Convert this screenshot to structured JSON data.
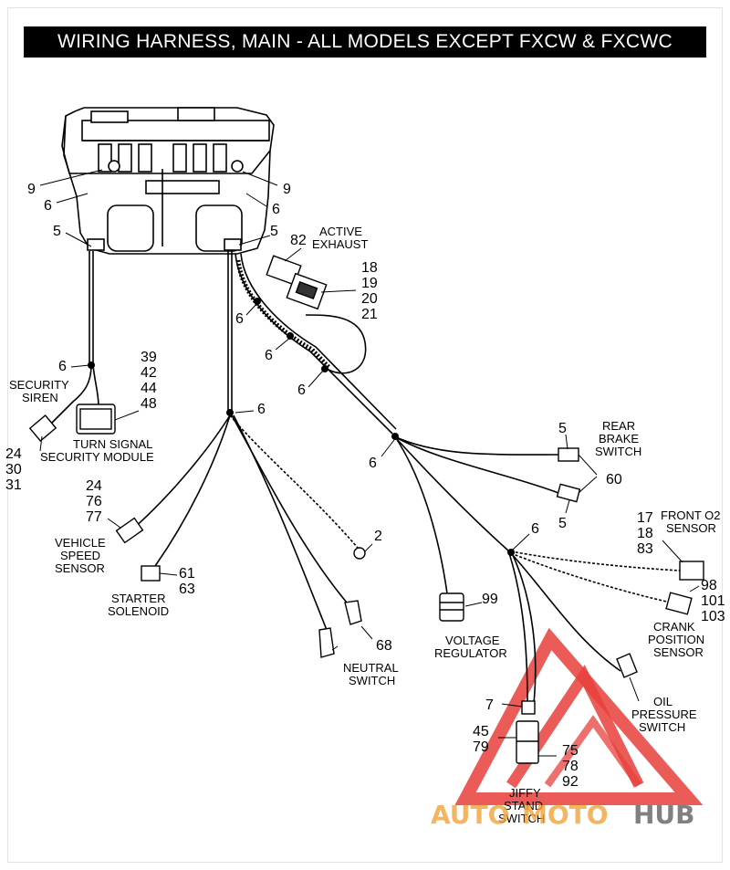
{
  "title": "WIRING HARNESS, MAIN - ALL MODELS EXCEPT FXCW & FXCWC",
  "callouts": {
    "c9_left": "9",
    "c6_left": "6",
    "c5_left": "5",
    "c9_right": "9",
    "c6_right": "6",
    "c5_right": "5",
    "c82": "82",
    "c18_19_20_21": [
      "18",
      "19",
      "20",
      "21"
    ],
    "c6_a": "6",
    "c6_b": "6",
    "c6_c": "6",
    "c6_d": "6",
    "c6_e": "6",
    "c6_f": "6",
    "c6_g": "6",
    "c39_42_44_48": [
      "39",
      "42",
      "44",
      "48"
    ],
    "c24_30_31": [
      "24",
      "30",
      "31"
    ],
    "c24_76_77": [
      "24",
      "76",
      "77"
    ],
    "c61_63": [
      "61",
      "63"
    ],
    "c2": "2",
    "c68": "68",
    "c99": "99",
    "c5_rear": "5",
    "c60": "60",
    "c5_rear2": "5",
    "c17_18_83": [
      "17",
      "18",
      "83"
    ],
    "c98_101_103": [
      "98",
      "101",
      "103"
    ],
    "c7": "7",
    "c45_79": [
      "45",
      "79"
    ],
    "c75_78_92": [
      "75",
      "78",
      "92"
    ]
  },
  "labels": {
    "active_exhaust": [
      "ACTIVE",
      "EXHAUST"
    ],
    "security_siren": [
      "SECURITY",
      "SIREN"
    ],
    "turn_signal_module": [
      "TURN SIGNAL",
      "SECURITY MODULE"
    ],
    "vehicle_speed_sensor": [
      "VEHICLE",
      "SPEED",
      "SENSOR"
    ],
    "starter_solenoid": [
      "STARTER",
      "SOLENOID"
    ],
    "neutral_switch": [
      "NEUTRAL",
      "SWITCH"
    ],
    "voltage_regulator": [
      "VOLTAGE",
      "REGULATOR"
    ],
    "rear_brake_switch": [
      "REAR",
      "BRAKE",
      "SWITCH"
    ],
    "front_o2_sensor": [
      "FRONT O2",
      "SENSOR"
    ],
    "crank_position_sensor": [
      "CRANK",
      "POSITION",
      "SENSOR"
    ],
    "oil_pressure_switch": [
      "OIL",
      "PRESSURE",
      "SWITCH"
    ],
    "jiffy_stand_switch": [
      "JIFFY",
      "STAND",
      "SWITCH"
    ]
  },
  "watermark": {
    "part1": "AUTO",
    "part2": "MOTO",
    "part3": "HUB"
  },
  "colors": {
    "line": "#000000",
    "watermark_red": "#e8403c",
    "watermark_orange": "#f2a33a",
    "watermark_gray": "#6b6b6b"
  }
}
